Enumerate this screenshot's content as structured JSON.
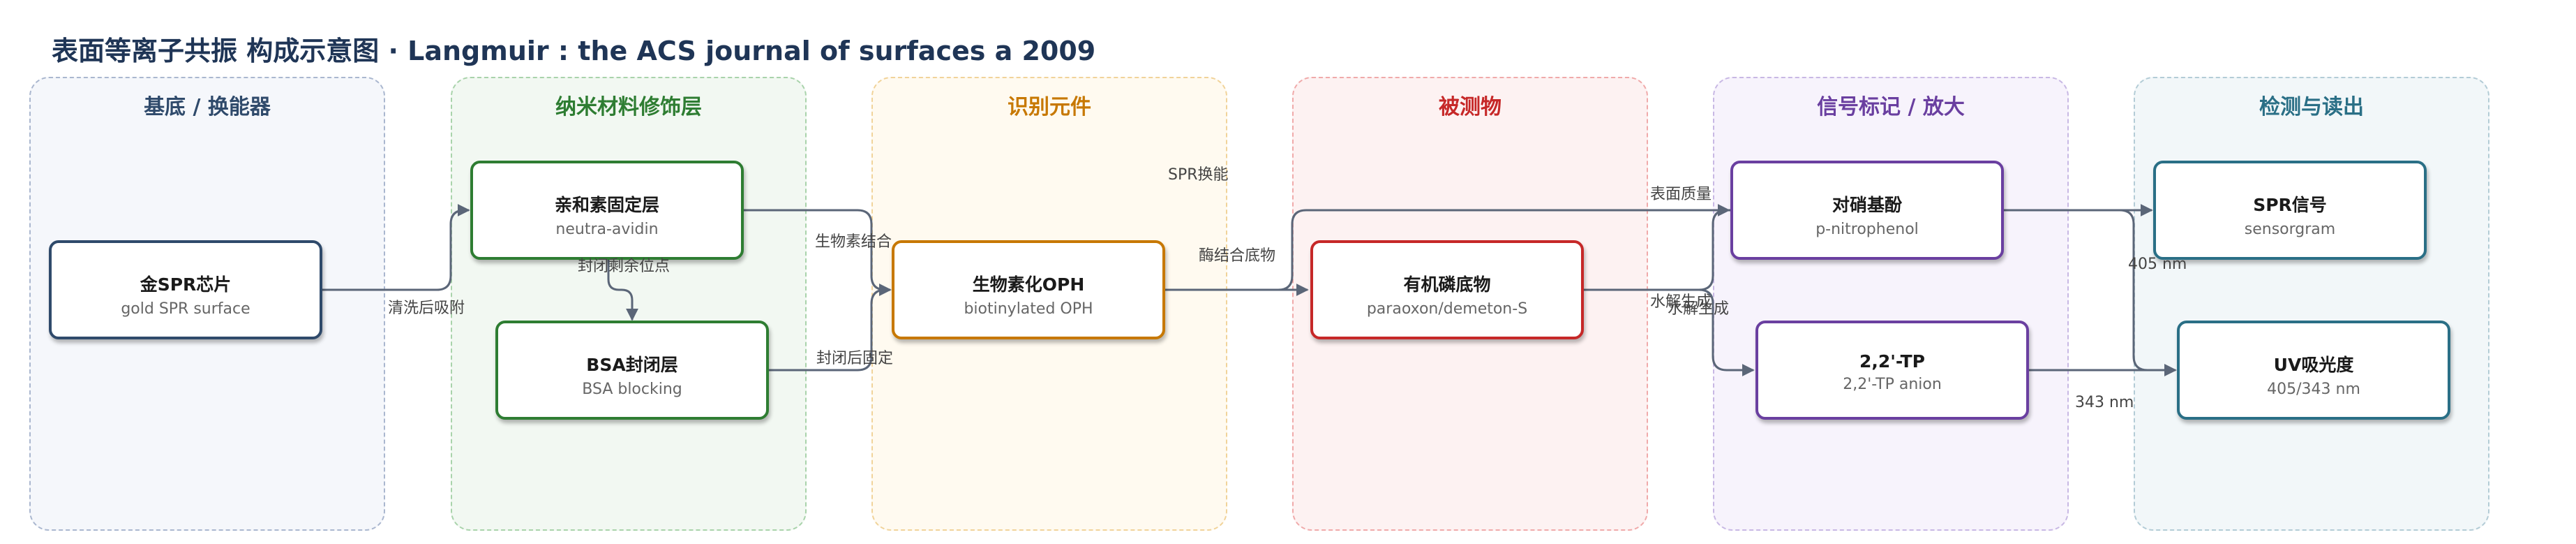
{
  "title": "表面等离子共振 构成示意图 · Langmuir : the ACS journal of surfaces a 2009",
  "colors": {
    "edge": "#5b6678",
    "substrate": "#2f4a6b",
    "nano": "#2e7d32",
    "recognition": "#c77800",
    "analyte": "#c62828",
    "signal": "#6a3fa0",
    "readout": "#2a6f86"
  },
  "panels": [
    {
      "id": "substrate",
      "title": "基底 / 换能器"
    },
    {
      "id": "nano",
      "title": "纳米材料修饰层"
    },
    {
      "id": "recognition",
      "title": "识别元件"
    },
    {
      "id": "analyte",
      "title": "被测物"
    },
    {
      "id": "signal",
      "title": "信号标记 / 放大"
    },
    {
      "id": "readout",
      "title": "检测与读出"
    }
  ],
  "nodes": {
    "gold": {
      "title": "金SPR芯片",
      "subtitle": "gold SPR surface"
    },
    "avidin": {
      "title": "亲和素固定层",
      "subtitle": "neutra-avidin"
    },
    "bsa": {
      "title": "BSA封闭层",
      "subtitle": "BSA blocking"
    },
    "oph": {
      "title": "生物素化OPH",
      "subtitle": "biotinylated OPH"
    },
    "organo": {
      "title": "有机磷底物",
      "subtitle": "paraoxon/demeton-S"
    },
    "pnp": {
      "title": "对硝基酚",
      "subtitle": "p-nitrophenol"
    },
    "tp": {
      "title": "2,2'-TP",
      "subtitle": "2,2'-TP anion"
    },
    "spr": {
      "title": "SPR信号",
      "subtitle": "sensorgram"
    },
    "uv": {
      "title": "UV吸光度",
      "subtitle": "405/343 nm"
    }
  },
  "edge_labels": {
    "wash_adsorb": "清洗后吸附",
    "block_sites": "封闭剩余位点",
    "biotin_bind": "生物素结合",
    "block_fix": "封闭后固定",
    "spr_transduce": "SPR换能",
    "enzyme_substrate": "酶结合底物",
    "surface_mass": "表面质量",
    "hydrolysis_1": "水解生成",
    "hydrolysis_2": "水解生成",
    "nm405": "405 nm",
    "nm343": "343 nm"
  }
}
